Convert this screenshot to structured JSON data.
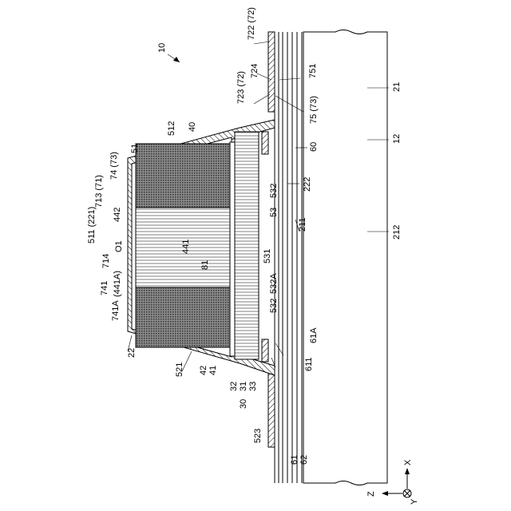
{
  "figure": {
    "reference_label": "10",
    "labels": [
      {
        "id": "722-72",
        "text": "722 (72)"
      },
      {
        "id": "724",
        "text": "724"
      },
      {
        "id": "751",
        "text": "751"
      },
      {
        "id": "723-72",
        "text": "723 (72)"
      },
      {
        "id": "75-73",
        "text": "75 (73)"
      },
      {
        "id": "21",
        "text": "21"
      },
      {
        "id": "12",
        "text": "12"
      },
      {
        "id": "212",
        "text": "212"
      },
      {
        "id": "512",
        "text": "512"
      },
      {
        "id": "40",
        "text": "40"
      },
      {
        "id": "51",
        "text": "51"
      },
      {
        "id": "74-73",
        "text": "74 (73)"
      },
      {
        "id": "713-71",
        "text": "713 (71)"
      },
      {
        "id": "60",
        "text": "60"
      },
      {
        "id": "222",
        "text": "222"
      },
      {
        "id": "532-top",
        "text": "532"
      },
      {
        "id": "53",
        "text": "53"
      },
      {
        "id": "211",
        "text": "211"
      },
      {
        "id": "511-221",
        "text": "511 (221)"
      },
      {
        "id": "442",
        "text": "442"
      },
      {
        "id": "O1",
        "text": "O1"
      },
      {
        "id": "714",
        "text": "714"
      },
      {
        "id": "741",
        "text": "741"
      },
      {
        "id": "441A",
        "text": "(441A)"
      },
      {
        "id": "741A",
        "text": "741A"
      },
      {
        "id": "441",
        "text": "441"
      },
      {
        "id": "81",
        "text": "81"
      },
      {
        "id": "531",
        "text": "531"
      },
      {
        "id": "532A",
        "text": "532A"
      },
      {
        "id": "532-bottom",
        "text": "532"
      },
      {
        "id": "61A",
        "text": "61A"
      },
      {
        "id": "611",
        "text": "611"
      },
      {
        "id": "22",
        "text": "22"
      },
      {
        "id": "521",
        "text": "521"
      },
      {
        "id": "42",
        "text": "42"
      },
      {
        "id": "41",
        "text": "41"
      },
      {
        "id": "32",
        "text": "32"
      },
      {
        "id": "31",
        "text": "31"
      },
      {
        "id": "33",
        "text": "33"
      },
      {
        "id": "30",
        "text": "30"
      },
      {
        "id": "523",
        "text": "523"
      },
      {
        "id": "61",
        "text": "61"
      },
      {
        "id": "62",
        "text": "62"
      }
    ],
    "axes": {
      "x": "X",
      "y": "Y",
      "z": "Z"
    }
  }
}
